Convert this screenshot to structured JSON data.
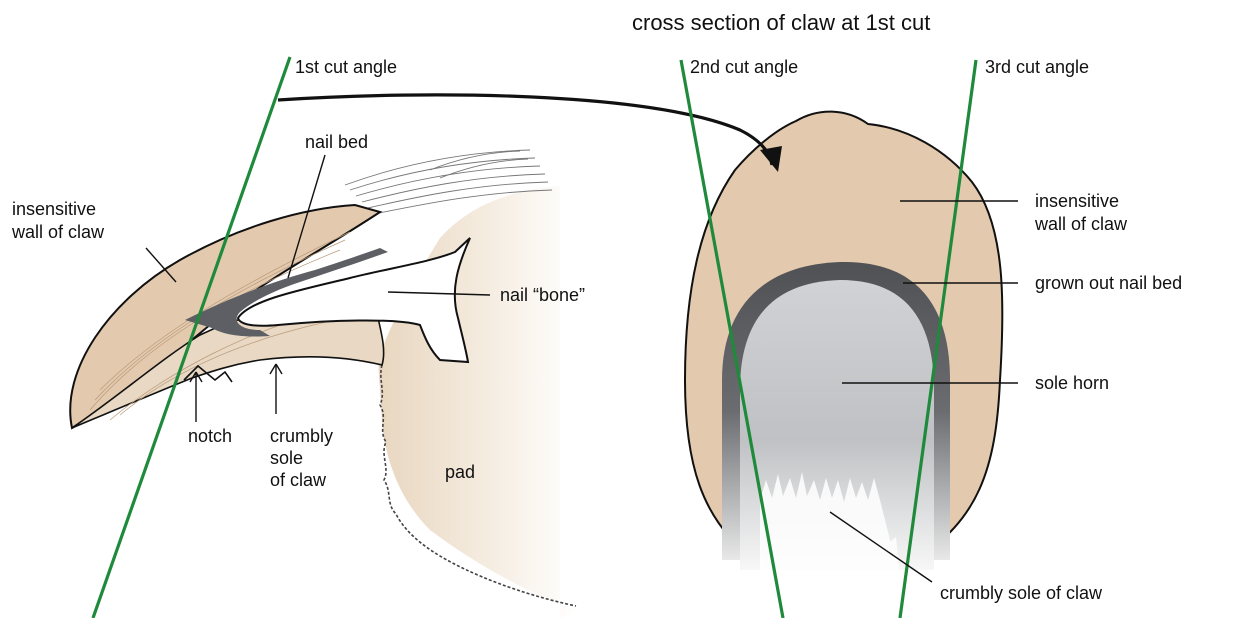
{
  "title": "cross section of claw at 1st cut",
  "cut_labels": {
    "first": "1st cut angle",
    "second": "2nd cut angle",
    "third": "3rd cut angle"
  },
  "claw_labels": {
    "insensitive_wall": [
      "insensitive",
      "wall of claw"
    ],
    "nail_bed": "nail bed",
    "nail_bone": "nail “bone”",
    "notch": "notch",
    "crumbly_sole": [
      "crumbly",
      "sole",
      "of claw"
    ],
    "pad": "pad"
  },
  "section_labels": {
    "insensitive_wall": [
      "insensitive",
      "wall of claw"
    ],
    "grown_out_nail_bed": "grown out nail bed",
    "sole_horn": "sole horn",
    "crumbly_sole": "crumbly sole of claw"
  },
  "colors": {
    "wall": "#e3c9ad",
    "nail_bed": "#5d5f64",
    "sole_horn": "#cfd1d4",
    "cut_line": "#1f8a3b",
    "line": "#111111"
  }
}
